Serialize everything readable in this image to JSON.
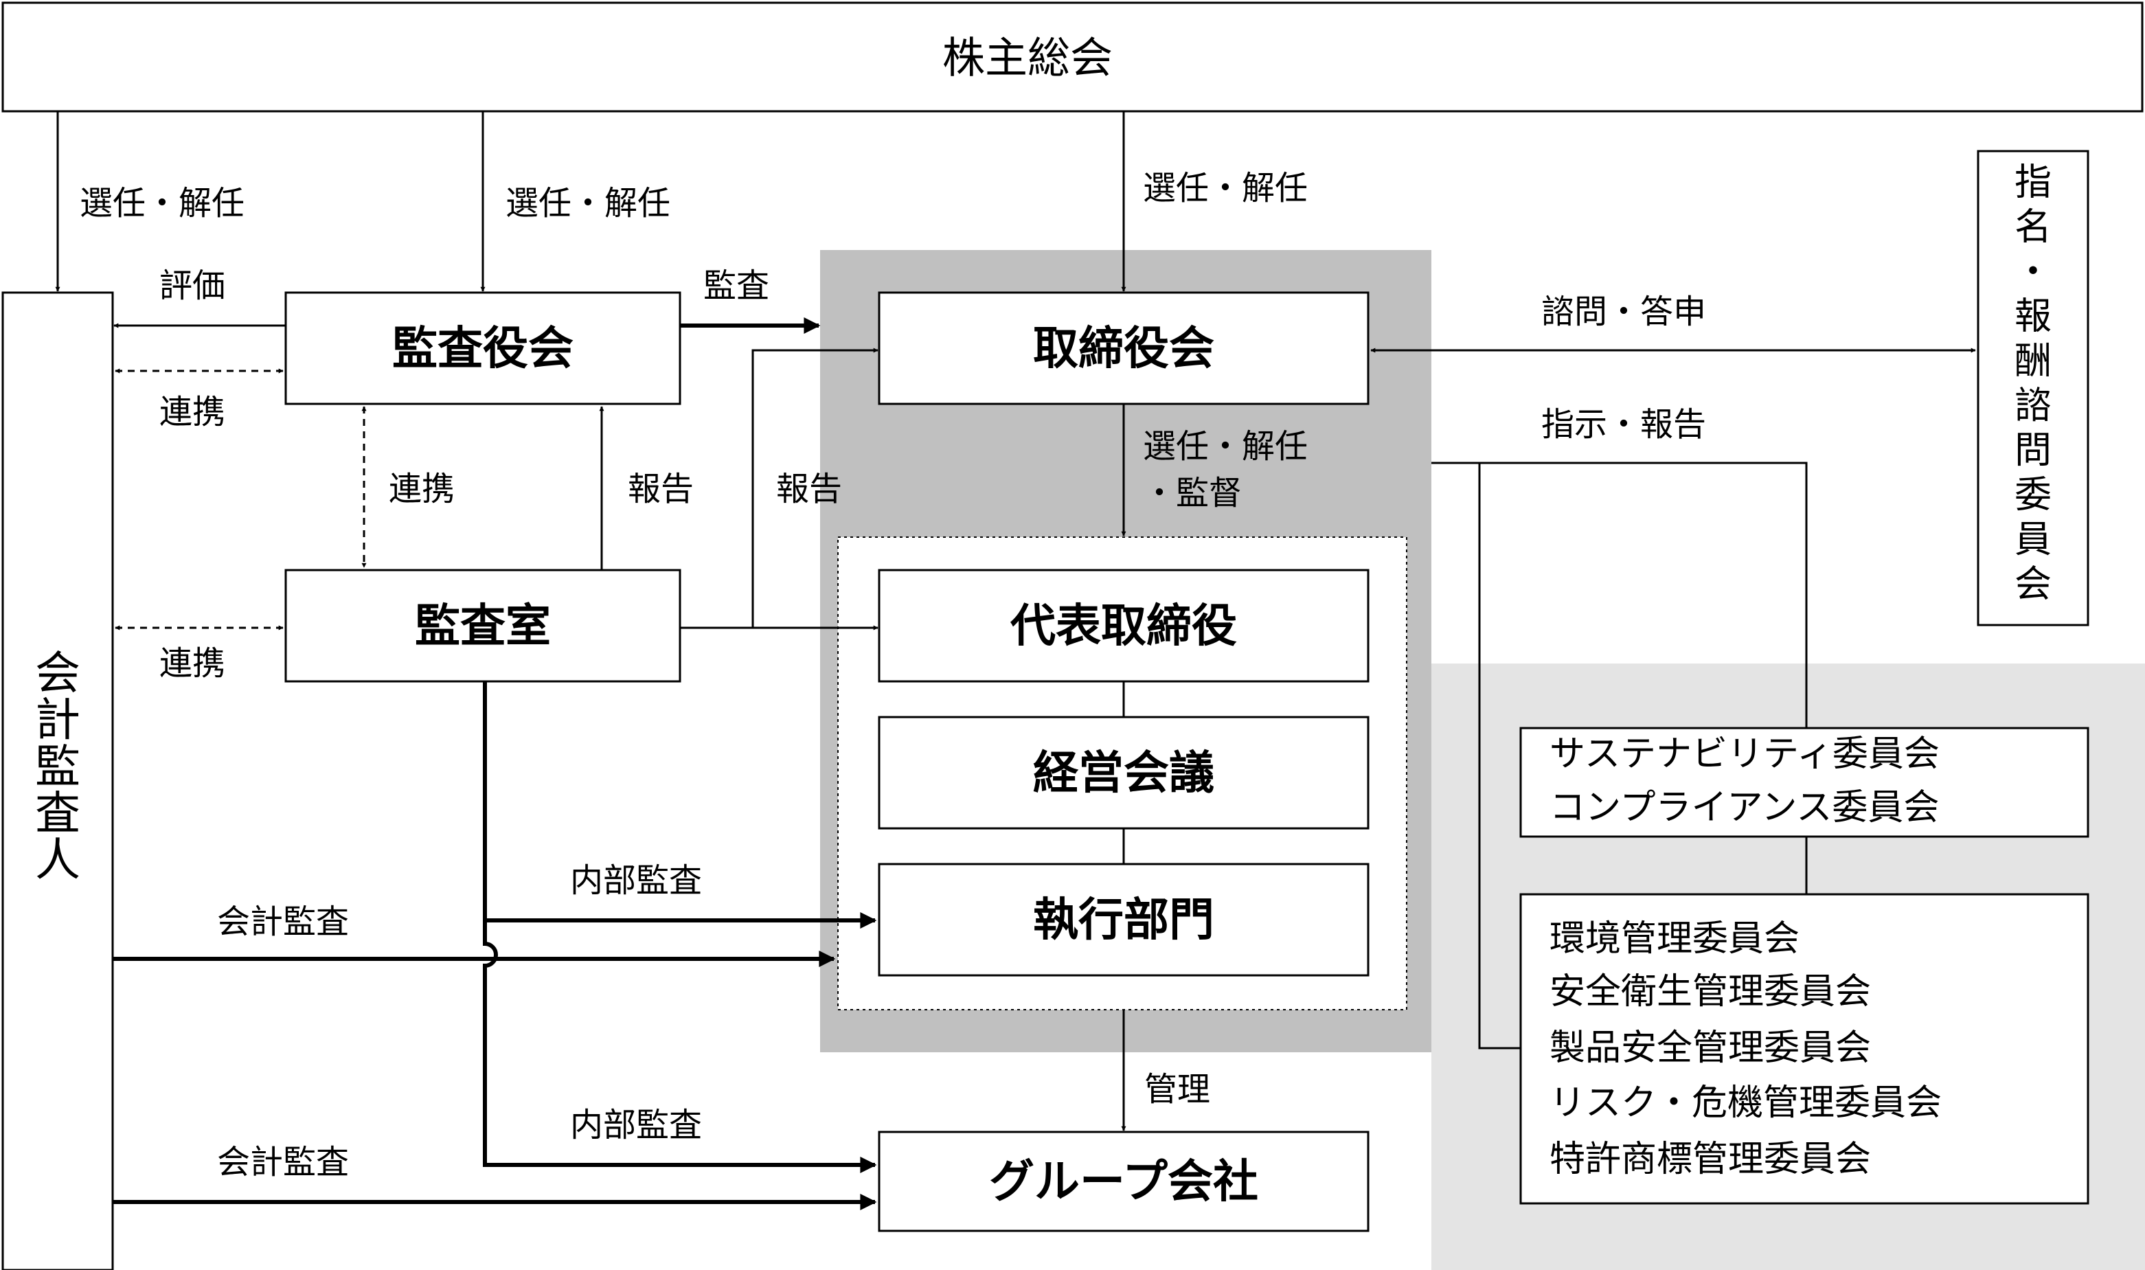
{
  "nodes": {
    "shareholders": "株主総会",
    "kansayakukai": "監査役会",
    "torishimariyakukai": "取締役会",
    "kansashitsu": "監査室",
    "daihyo": "代表取締役",
    "keiei": "経営会議",
    "shikko": "執行部門",
    "group": "グループ会社",
    "kaikei_kansanin": [
      "会",
      "計",
      "監",
      "査",
      "人"
    ],
    "shimei_iinkai": [
      "指",
      "名",
      "・",
      "報",
      "酬",
      "諮",
      "問",
      "委",
      "員",
      "会"
    ]
  },
  "committees_top": [
    "サステナビリティ委員会",
    "コンプライアンス委員会"
  ],
  "committees_bottom": [
    "環境管理委員会",
    "安全衛生管理委員会",
    "製品安全管理委員会",
    "リスク・危機管理委員会",
    "特許商標管理委員会"
  ],
  "labels": {
    "senin_1": "選任・解任",
    "senin_2": "選任・解任",
    "senin_3": "選任・解任",
    "hyoka": "評価",
    "kansa": "監査",
    "renkei_1": "連携",
    "renkei_2": "連携",
    "renkei_3": "連携",
    "hokoku_1": "報告",
    "hokoku_2": "報告",
    "shimon": "諮問・答申",
    "shiji": "指示・報告",
    "senin_kantoku_1": "選任・解任",
    "senin_kantoku_2": "・監督",
    "naibu_1": "内部監査",
    "naibu_2": "内部監査",
    "kaikei_1": "会計監査",
    "kaikei_2": "会計監査",
    "kanri": "管理"
  },
  "colors": {
    "executive_region": "#c0c0c0",
    "committee_region": "#e4e4e4",
    "line": "#000000"
  }
}
